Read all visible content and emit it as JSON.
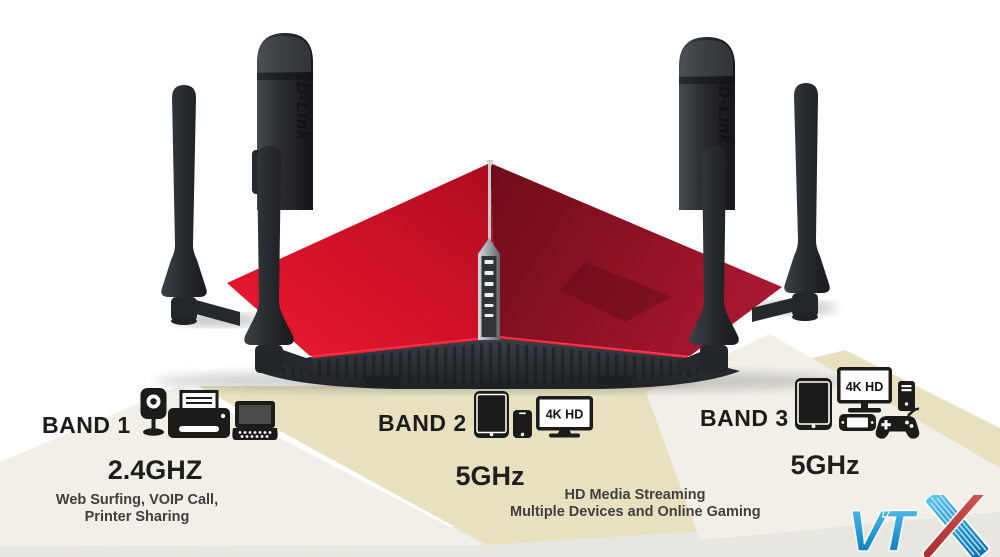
{
  "router": {
    "antenna_label": "D-Link",
    "antenna_count": 6,
    "led_count": 6
  },
  "bands": [
    {
      "label": "BAND 1",
      "frequency": "2.4GHZ",
      "description_lines": [
        "Web Surfing, VOIP Call,",
        "Printer Sharing"
      ],
      "icons": [
        "ip-camera",
        "printer",
        "laptop"
      ]
    },
    {
      "label": "BAND 2",
      "frequency": "5GHz",
      "tv_badge": "4K HD",
      "icons": [
        "tablet",
        "smartphone",
        "tv-4k"
      ]
    },
    {
      "label": "BAND 3",
      "frequency": "5GHz",
      "tv_badge": "4K HD",
      "icons": [
        "tablet",
        "monitor-4k",
        "desktop-tower",
        "media-player",
        "game-controller"
      ]
    }
  ],
  "footnote_lines": [
    "HD Media Streaming",
    "Multiple Devices and Online Gaming"
  ],
  "watermark": {
    "vt": "VT",
    "x": "X"
  },
  "colors": {
    "router_red": "#d01127",
    "background_tan": "#e7e1c0",
    "background_beam": "#f1efe8",
    "bottom_strip": "#e8e6e0",
    "logo_blue": "#2a9fd8",
    "logo_red": "#c04848"
  }
}
